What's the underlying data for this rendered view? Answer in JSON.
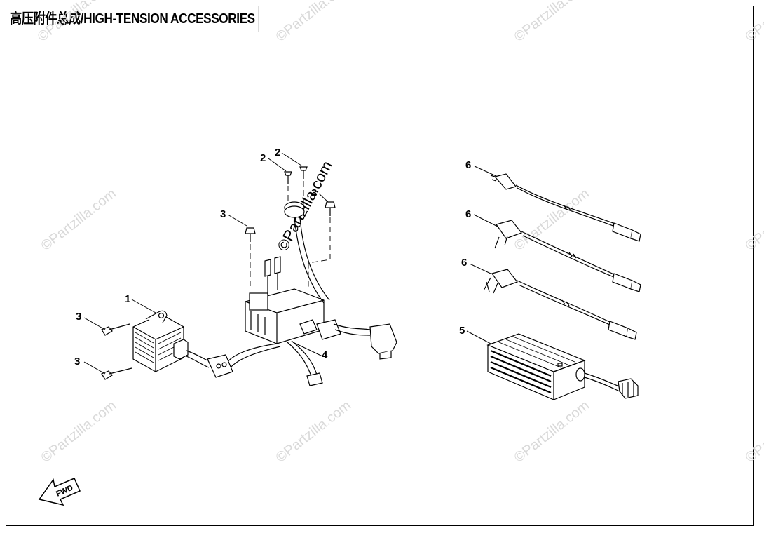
{
  "title": "高压附件总成/HIGH-TENSION ACCESSORIES",
  "watermark": "©Partzilla.com",
  "fwd_label": "FWD",
  "callouts": [
    "1",
    "2",
    "2",
    "3",
    "3",
    "3",
    "3",
    "4",
    "5",
    "6",
    "6",
    "6"
  ],
  "colors": {
    "line": "#000000",
    "watermark": "#d9d9d9"
  }
}
